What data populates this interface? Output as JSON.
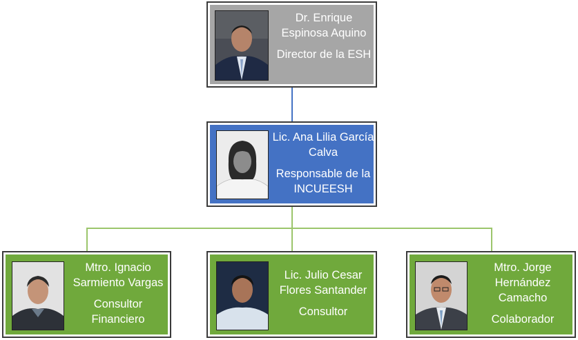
{
  "chart": {
    "colors": {
      "director_fill": "#a6a6a6",
      "responsible_fill": "#4472c4",
      "staff_fill": "#70a93c",
      "connector_top": "#4472c4",
      "connector_bottom": "#9bc56b"
    },
    "director": {
      "name": "Dr. Enrique Espinosa Aquino",
      "role": "Director de la ESH"
    },
    "responsible": {
      "name": "Lic. Ana Lilia García Calva",
      "role": "Responsable de la INCUEESH"
    },
    "staff": [
      {
        "name": "Mtro. Ignacio Sarmiento Vargas",
        "role": "Consultor Financiero"
      },
      {
        "name": "Lic. Julio Cesar Flores Santander",
        "role": "Consultor"
      },
      {
        "name": "Mtro. Jorge Hernández Camacho",
        "role": "Colaborador"
      }
    ]
  }
}
